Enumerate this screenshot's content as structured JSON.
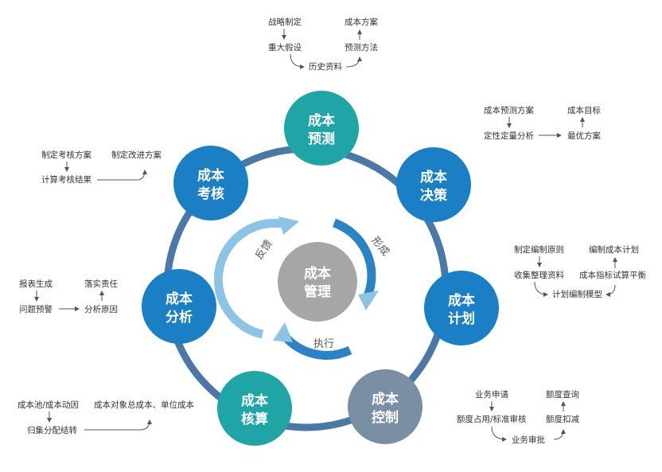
{
  "colors": {
    "ring": "#4a79a8",
    "node_teal": "#1fa5a6",
    "node_blue": "#1a7fc4",
    "node_gray": "#7a8ea4",
    "center_gray": "#a6a6a6",
    "arrow_light": "#8cc4e6",
    "arrow_dark": "#2a83c4"
  },
  "center": {
    "line1": "成本",
    "line2": "管理"
  },
  "cycle_labels": {
    "feedback": "反馈",
    "form": "形成",
    "execute": "执行"
  },
  "nodes": {
    "predict": {
      "line1": "成本",
      "line2": "预测"
    },
    "decide": {
      "line1": "成本",
      "line2": "决策"
    },
    "plan": {
      "line1": "成本",
      "line2": "计划"
    },
    "control": {
      "line1": "成本",
      "line2": "控制"
    },
    "account": {
      "line1": "成本",
      "line2": "核算"
    },
    "analyze": {
      "line1": "成本",
      "line2": "分析"
    },
    "assess": {
      "line1": "成本",
      "line2": "考核"
    }
  },
  "details": {
    "predict": {
      "a": "战略制定",
      "b": "重大假设",
      "c": "历史资料",
      "d": "预测方法",
      "e": "成本方案"
    },
    "decide": {
      "a": "成本预测方案",
      "b": "定性定量分析",
      "c": "最优方案",
      "d": "成本目标"
    },
    "plan": {
      "a": "制定编制原则",
      "b": "收集整理资料",
      "c": "计划编制模型",
      "d": "成本指标试算平衡",
      "e": "编制成本计划"
    },
    "control": {
      "a": "业务申请",
      "b": "额度占用/标准审核",
      "c": "业务审批",
      "d": "额度扣减",
      "e": "额度查询"
    },
    "account": {
      "a": "成本池/成本动因",
      "b": "归集分配结转",
      "c": "成本对象总成本、单位成本"
    },
    "analyze": {
      "a": "报表生成",
      "b": "问题预警",
      "c": "分析原因",
      "d": "落实责任"
    },
    "assess": {
      "a": "制定考核方案",
      "b": "计算考核结果",
      "c": "制定改进方案"
    }
  }
}
